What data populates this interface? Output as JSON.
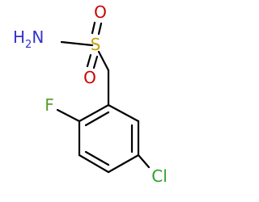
{
  "molecule": {
    "atoms": {
      "amine": {
        "main": "H",
        "sub": "2",
        "tail": "N"
      },
      "sulfur": "S",
      "oxygen_top": "O",
      "oxygen_bottom": "O",
      "fluorine": "F",
      "chlorine": "Cl"
    },
    "colors": {
      "bond": "#000000",
      "nitrogen": "#3333cc",
      "sulfur": "#c8a000",
      "oxygen": "#cc0000",
      "fluorine": "#5a9e2f",
      "chlorine": "#2e9e2e"
    }
  }
}
